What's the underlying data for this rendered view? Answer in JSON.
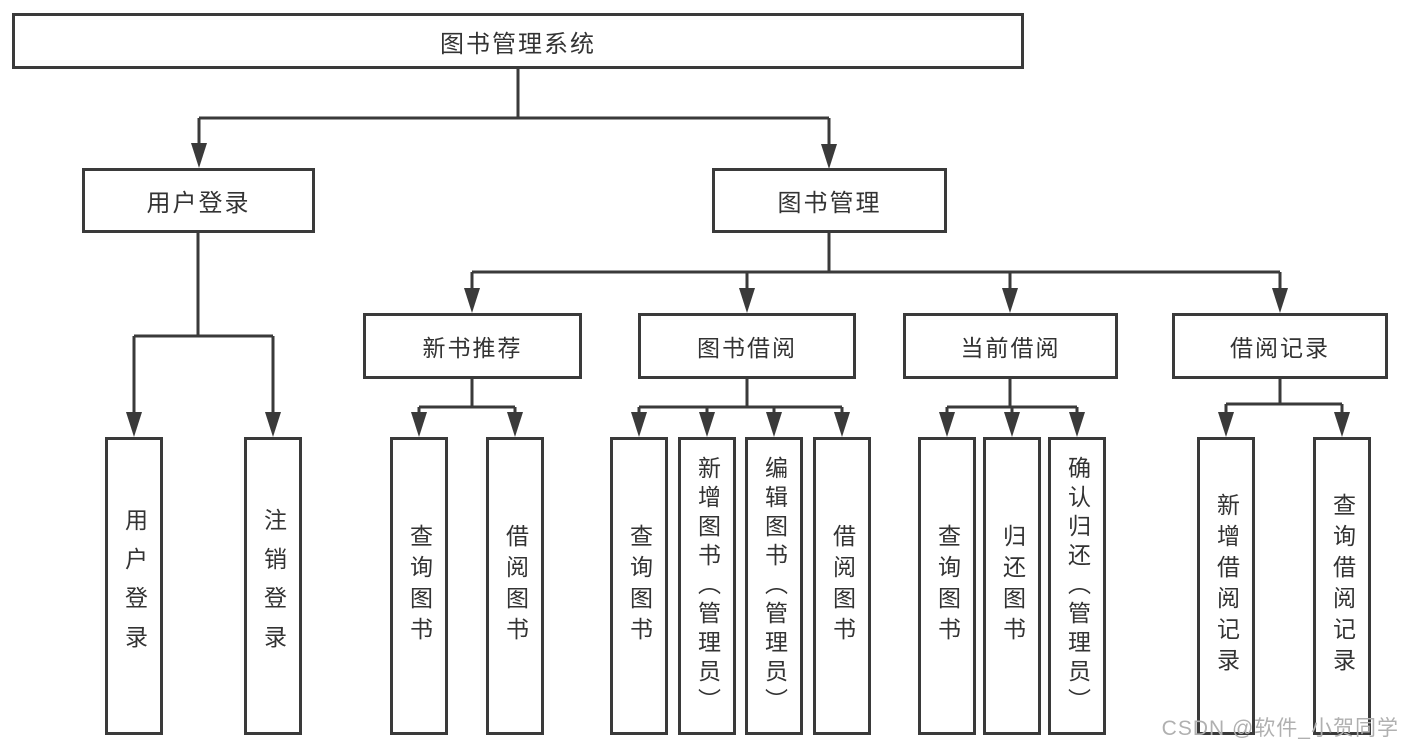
{
  "nodes": {
    "root": "图书管理系统",
    "user_login": "用户登录",
    "book_mgmt": "图书管理",
    "new_books": "新书推荐",
    "book_borrow": "图书借阅",
    "current_borrow": "当前借阅",
    "borrow_records": "借阅记录"
  },
  "leaves": {
    "user_login": [
      "用户登录",
      "注销登录"
    ],
    "new_books": [
      "查询图书",
      "借阅图书"
    ],
    "book_borrow": [
      "查询图书",
      "新增图书（管理员）",
      "编辑图书（管理员）",
      "借阅图书"
    ],
    "current_borrow": [
      "查询图书",
      "归还图书",
      "确认归还（管理员）"
    ],
    "borrow_records": [
      "新增借阅记录",
      "查询借阅记录"
    ]
  },
  "watermark": "CSDN @软件_小贺同学",
  "colors": {
    "line": "#3a3a3a",
    "text": "#333333",
    "watermark": "#b0b0b0",
    "background": "#ffffff"
  }
}
